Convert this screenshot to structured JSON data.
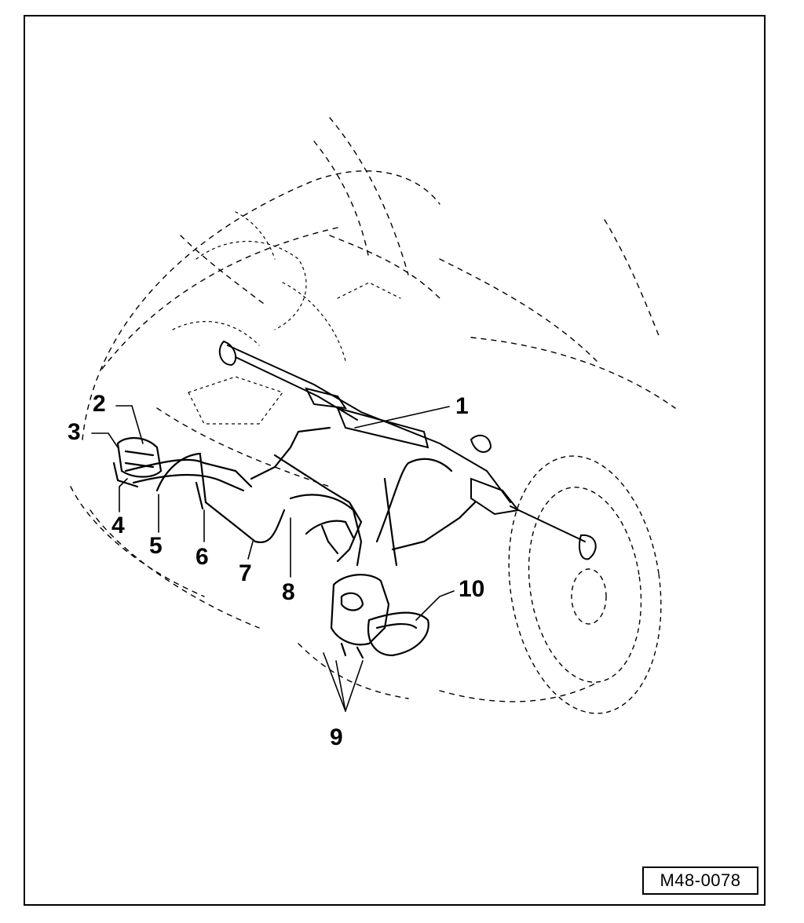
{
  "diagram": {
    "reference_code": "M48-0078",
    "callouts": [
      "1",
      "2",
      "3",
      "4",
      "5",
      "6",
      "7",
      "8",
      "9",
      "10"
    ]
  },
  "colors": {
    "line": "#000000",
    "background": "#ffffff"
  }
}
